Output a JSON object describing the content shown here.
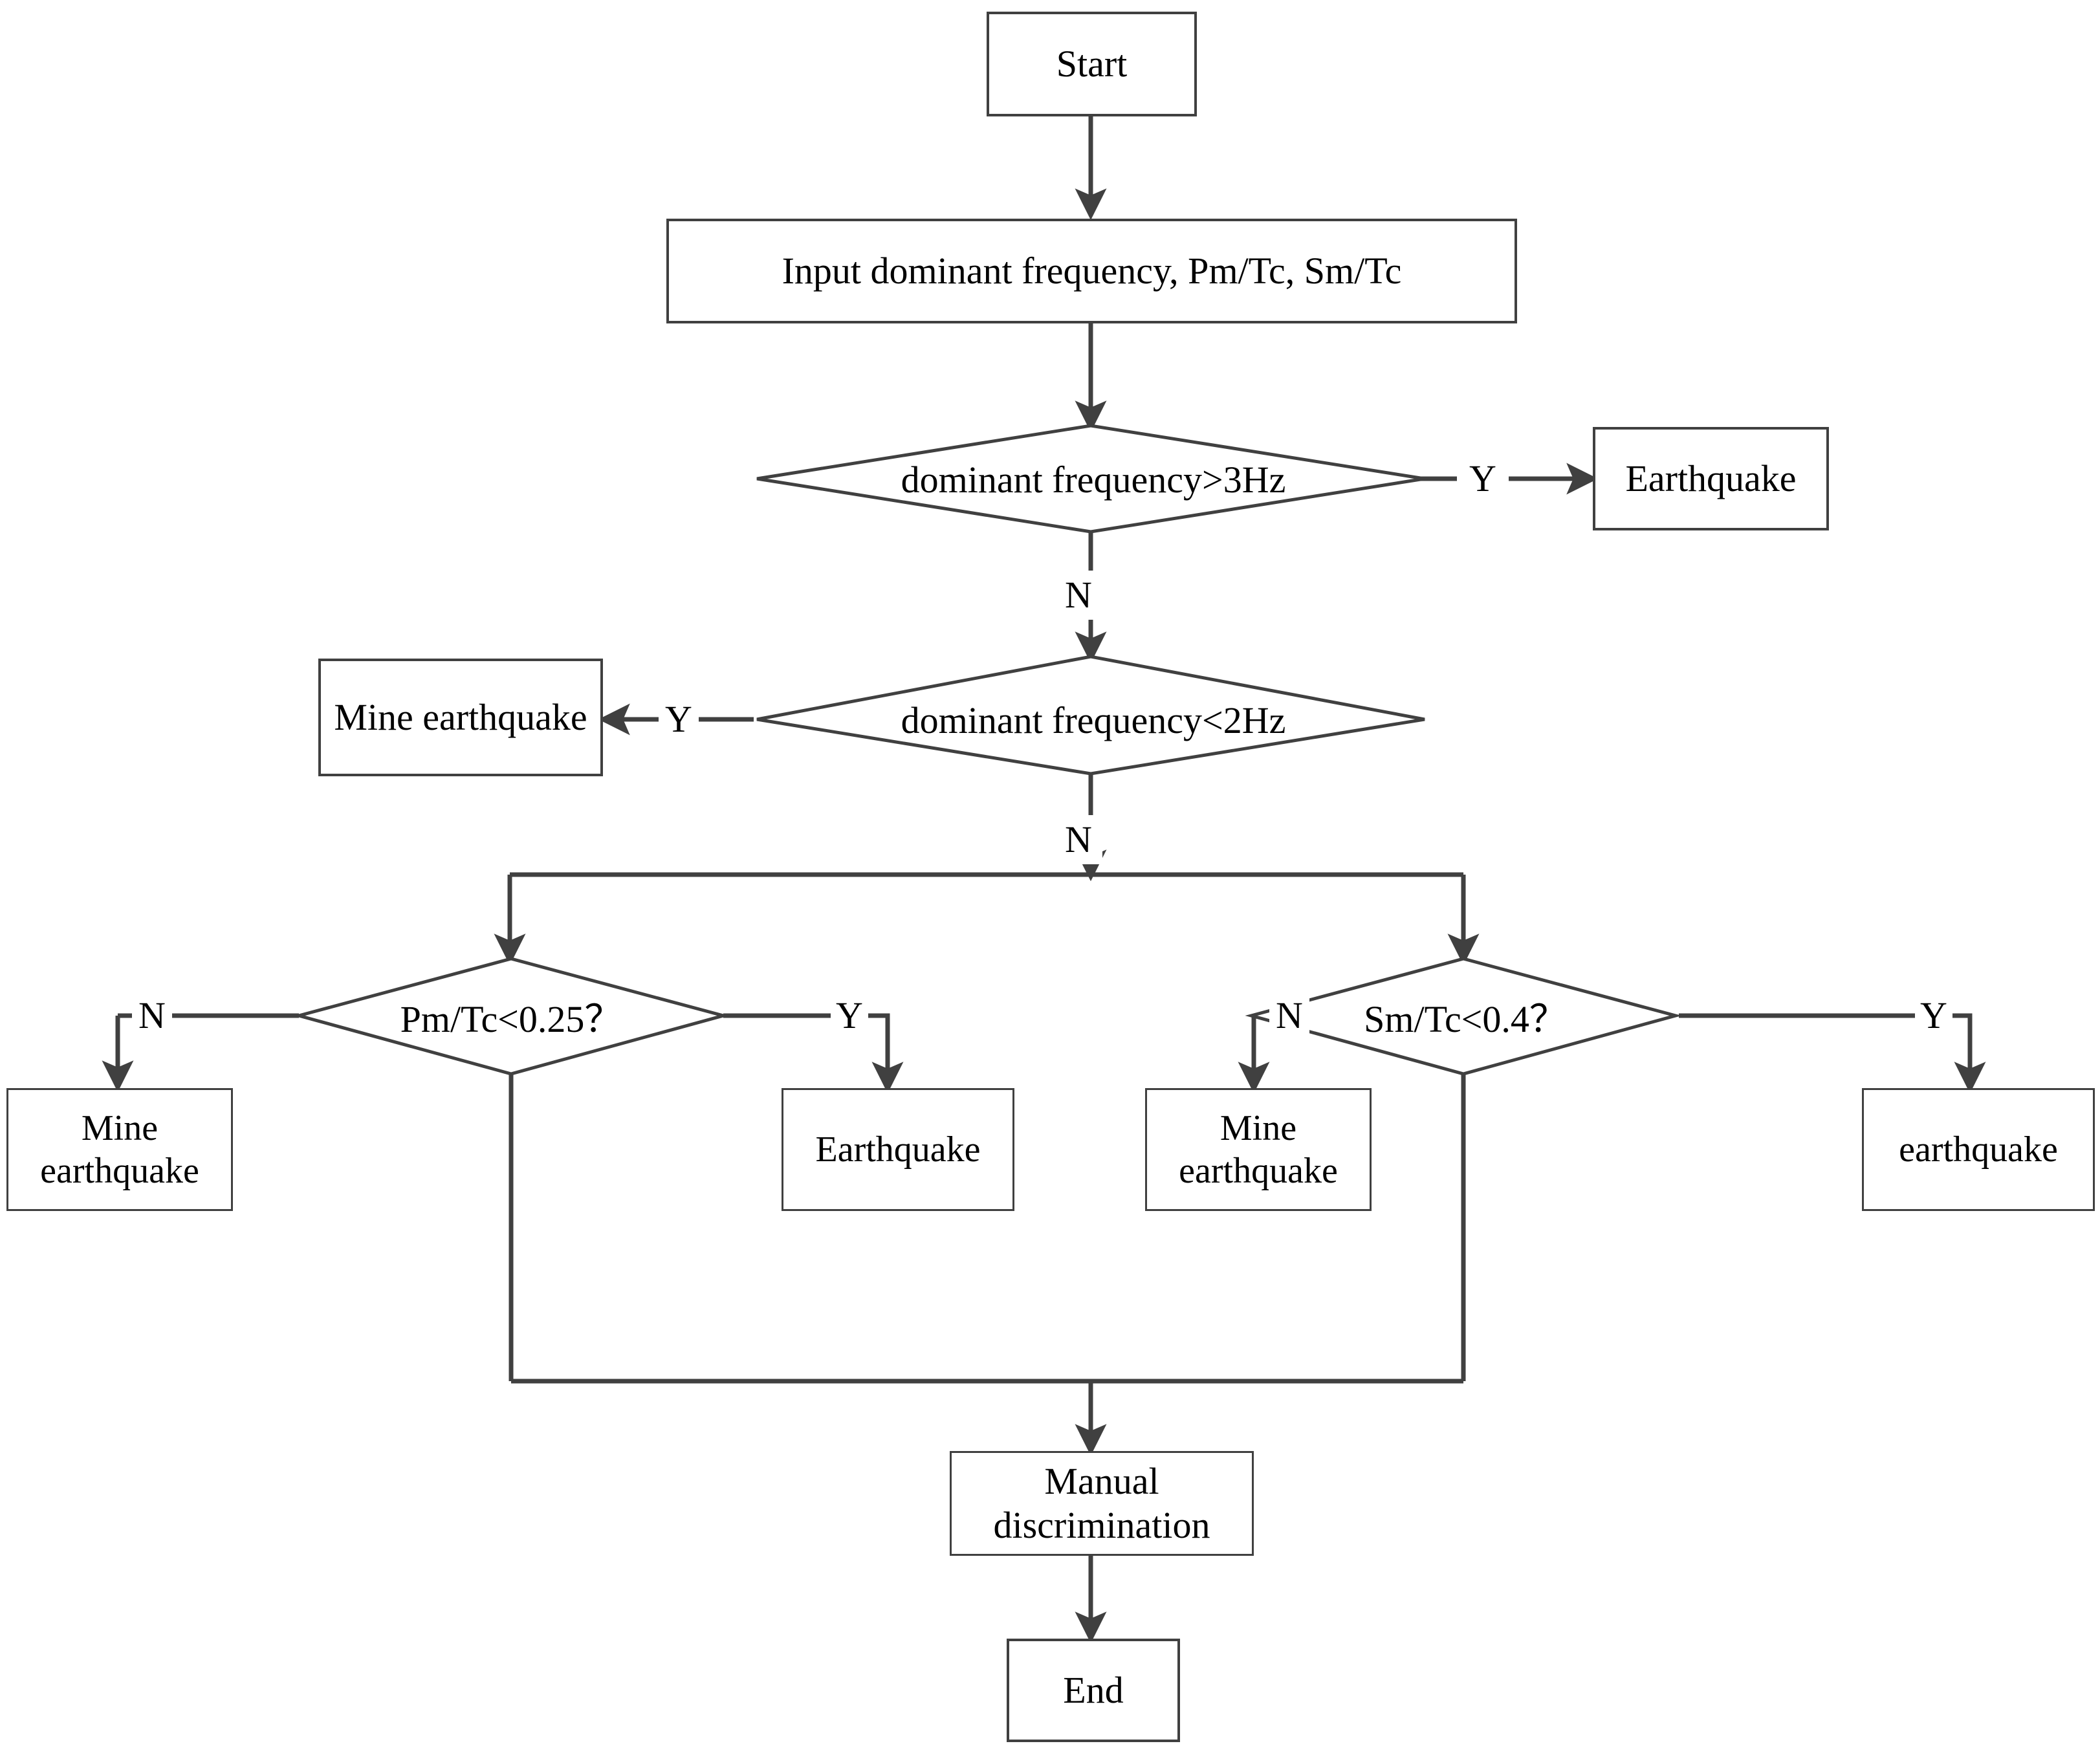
{
  "diagram": {
    "title": "Seismic event discrimination flowchart",
    "colors": {
      "stroke": "#404040",
      "text": "#000000",
      "background": "#ffffff"
    },
    "nodes": {
      "start": {
        "label": "Start",
        "shape": "rectangle"
      },
      "input": {
        "label": "Input dominant frequency, Pm/Tc, Sm/Tc",
        "shape": "rectangle"
      },
      "decision_freq_gt3": {
        "label": "dominant frequency>3Hz",
        "shape": "diamond"
      },
      "earthquake_1": {
        "label": "Earthquake",
        "shape": "rectangle"
      },
      "decision_freq_lt2": {
        "label": "dominant frequency<2Hz",
        "shape": "diamond"
      },
      "mine_earthquake_1": {
        "label": "Mine earthquake",
        "shape": "rectangle"
      },
      "decision_pm_tc": {
        "label": "Pm/Tc<0.25？",
        "shape": "diamond"
      },
      "decision_sm_tc": {
        "label": "Sm/Tc<0.4？",
        "shape": "diamond"
      },
      "mine_earthquake_2": {
        "label": "Mine earthquake",
        "shape": "rectangle"
      },
      "earthquake_2": {
        "label": "Earthquake",
        "shape": "rectangle"
      },
      "mine_earthquake_3": {
        "label": "Mine earthquake",
        "shape": "rectangle"
      },
      "earthquake_3": {
        "label": "earthquake",
        "shape": "rectangle"
      },
      "manual": {
        "label": "Manual discrimination",
        "shape": "rectangle"
      },
      "end": {
        "label": "End",
        "shape": "rectangle"
      }
    },
    "edge_labels": {
      "freq_gt3_yes": "Y",
      "freq_gt3_no": "N",
      "freq_lt2_yes": "Y",
      "freq_lt2_no": "N",
      "pm_tc_no": "N",
      "pm_tc_yes": "Y",
      "sm_tc_no": "N",
      "sm_tc_yes": "Y"
    }
  }
}
